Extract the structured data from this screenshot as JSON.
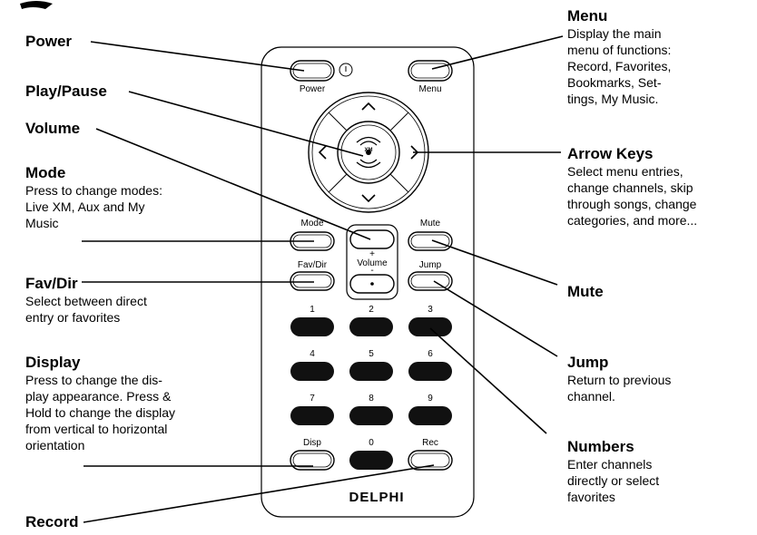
{
  "colors": {
    "ink": "#000000",
    "remote_body": "#ffffff",
    "number_key": "#111111"
  },
  "remote": {
    "power_label": "Power",
    "menu_label": "Menu",
    "mode_label": "Mode",
    "mute_label": "Mute",
    "favdir_label": "Fav/Dir",
    "volume_plus": "+",
    "volume_label": "Volume",
    "volume_minus": "-",
    "jump_label": "Jump",
    "number_labels": [
      "1",
      "2",
      "3",
      "4",
      "5",
      "6",
      "7",
      "8",
      "9"
    ],
    "disp_label": "Disp",
    "zero_label": "0",
    "rec_label": "Rec",
    "brand": "DELPHI",
    "center_logo": "XM"
  },
  "callouts": {
    "power": {
      "title": "Power"
    },
    "play_pause": {
      "title": "Play/Pause"
    },
    "volume": {
      "title": "Volume"
    },
    "mode": {
      "title": "Mode",
      "desc": [
        "Press to change modes:",
        "Live XM, Aux and My",
        "Music"
      ]
    },
    "fav_dir": {
      "title": "Fav/Dir",
      "desc": [
        "Select between direct",
        "entry or favorites"
      ]
    },
    "display": {
      "title": "Display",
      "desc": [
        "Press to change the dis-",
        "play appearance.  Press &",
        "Hold to change the display",
        "from vertical to horizontal",
        "orientation"
      ]
    },
    "record": {
      "title": "Record"
    },
    "menu": {
      "title": "Menu",
      "desc": [
        "Display the main",
        "menu of functions:",
        "Record, Favorites,",
        "Bookmarks, Set-",
        "tings, My Music."
      ]
    },
    "arrow_keys": {
      "title": "Arrow Keys",
      "desc": [
        "Select menu entries,",
        "change channels, skip",
        "through songs, change",
        "categories, and more..."
      ]
    },
    "mute": {
      "title": "Mute"
    },
    "jump": {
      "title": "Jump",
      "desc": [
        "Return to previous",
        "channel."
      ]
    },
    "numbers": {
      "title": "Numbers",
      "desc": [
        "Enter channels",
        "directly or select",
        "favorites"
      ]
    }
  }
}
